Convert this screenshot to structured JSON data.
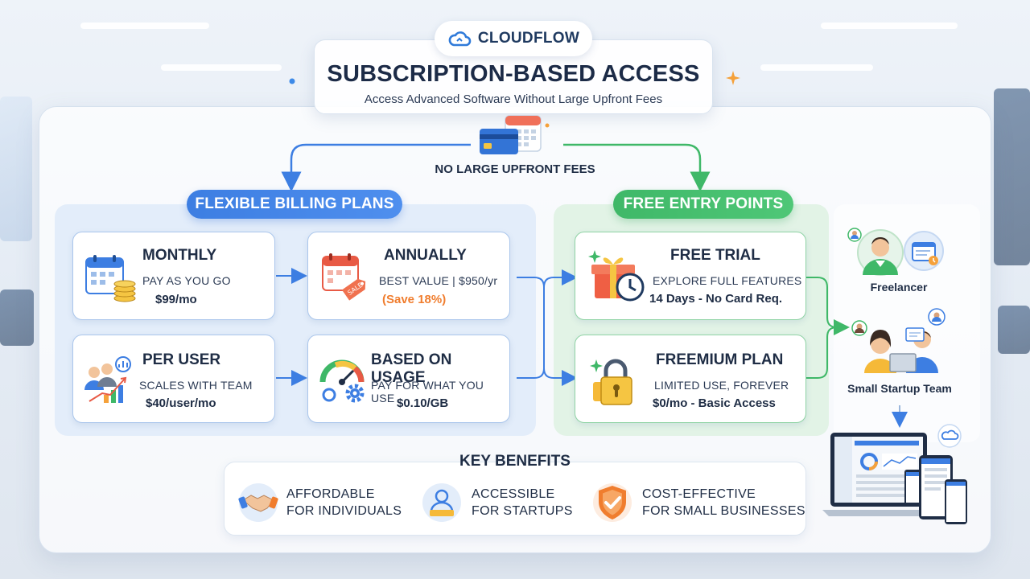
{
  "brand": {
    "name": "CLOUDFLOW"
  },
  "header": {
    "title": "SUBSCRIPTION-BASED ACCESS",
    "subtitle": "Access Advanced Software Without Large Upfront Fees"
  },
  "upfront": {
    "label": "NO LARGE UPFRONT FEES"
  },
  "billing": {
    "heading": "FLEXIBLE BILLING PLANS",
    "plans": [
      {
        "title": "MONTHLY",
        "line1": "PAY AS YOU GO",
        "line2": "$99/mo",
        "icon": "calendar-coins-icon"
      },
      {
        "title": "ANNUALLY",
        "line1": "BEST VALUE | $950/yr",
        "line2": "(Save 18%)",
        "icon": "calendar-tag-icon"
      },
      {
        "title": "PER USER",
        "line1": "SCALES WITH TEAM",
        "line2": "$40/user/mo",
        "icon": "team-growth-icon"
      },
      {
        "title": "BASED ON USAGE",
        "line1": "PAY FOR WHAT YOU USE",
        "line2": "$0.10/GB",
        "icon": "gauge-gear-icon"
      }
    ]
  },
  "free": {
    "heading": "FREE ENTRY POINTS",
    "options": [
      {
        "title": "FREE TRIAL",
        "line1": "EXPLORE FULL FEATURES",
        "line2": "14 Days - No Card Req.",
        "icon": "gift-clock-icon"
      },
      {
        "title": "FREEMIUM PLAN",
        "line1": "LIMITED USE, FOREVER",
        "line2": "$0/mo - Basic Access",
        "icon": "padlock-icon"
      }
    ]
  },
  "personas": [
    {
      "label": "Freelancer"
    },
    {
      "label": "Small Startup Team"
    }
  ],
  "benefits": {
    "heading": "KEY BENEFITS",
    "items": [
      {
        "line1": "AFFORDABLE",
        "line2": "FOR INDIVIDUALS",
        "icon": "handshake-icon"
      },
      {
        "line1": "ACCESSIBLE",
        "line2": "FOR STARTUPS",
        "icon": "person-desk-icon"
      },
      {
        "line1": "COST-EFFECTIVE",
        "line2": "FOR SMALL BUSINESSES",
        "icon": "shield-check-icon"
      }
    ]
  },
  "colors": {
    "blue_accent": "#3d7ee2",
    "green_accent": "#3fb868",
    "orange_accent": "#f07d2e",
    "dark_text": "#1f2d45"
  }
}
